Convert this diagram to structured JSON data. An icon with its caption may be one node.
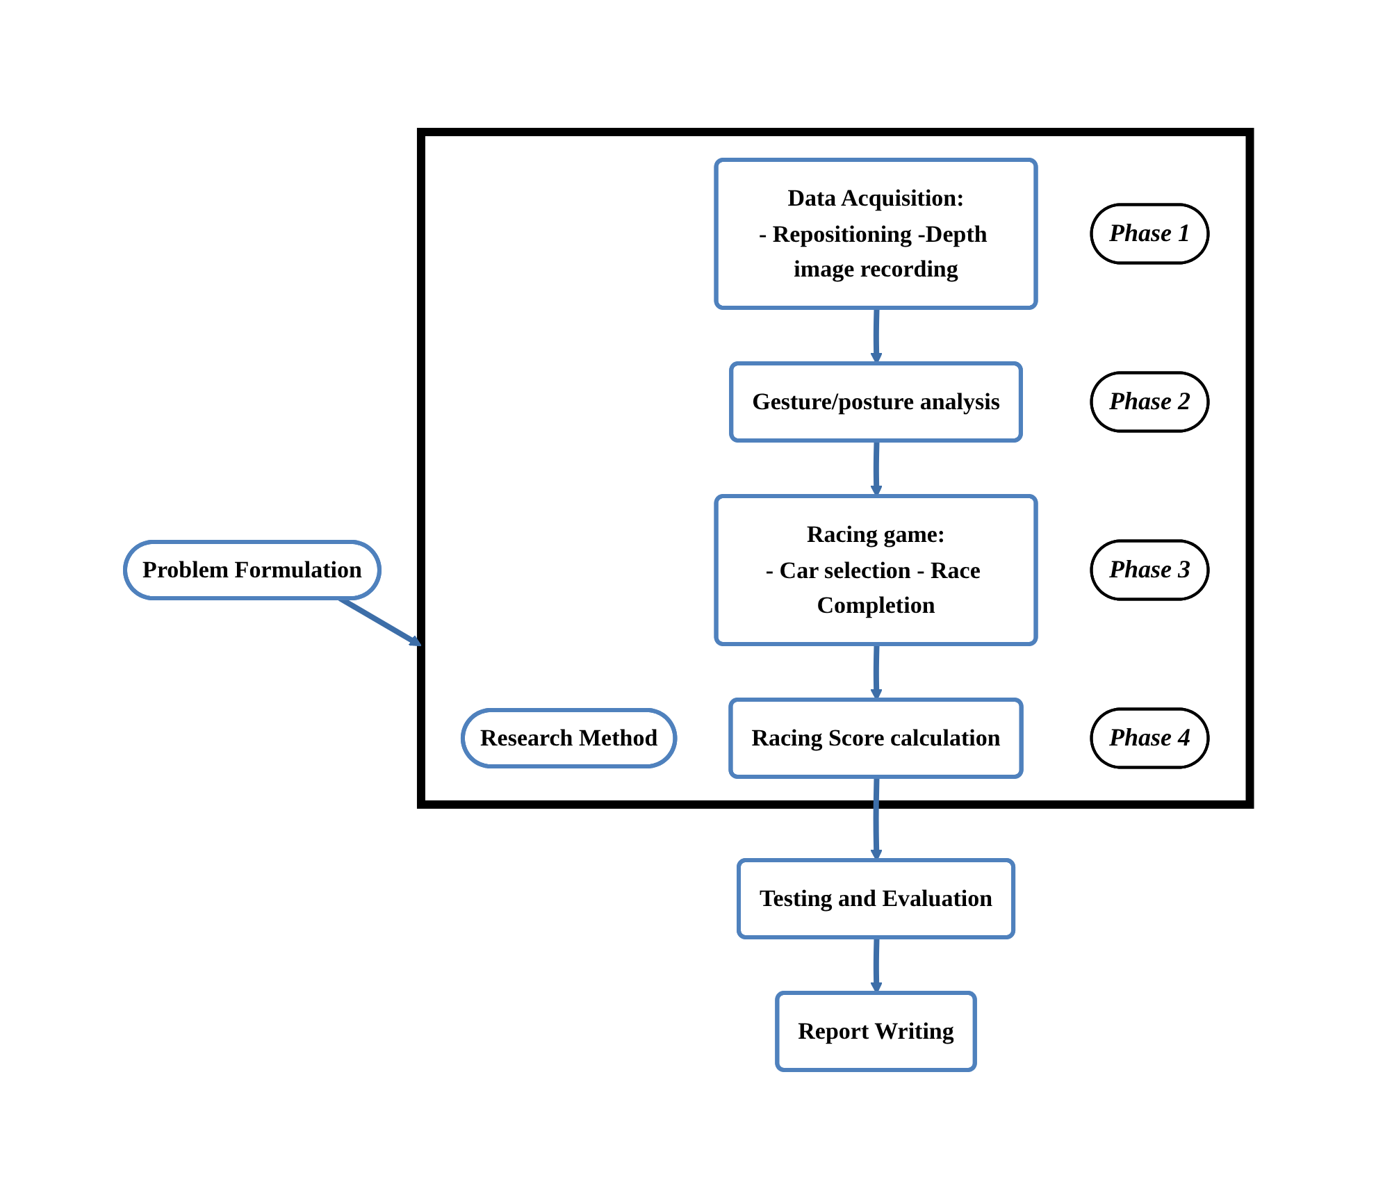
{
  "diagram": {
    "nodes": [
      {
        "text": [
          "Problem Formulation"
        ]
      },
      {
        "text": [],
        "shape": "box"
      },
      {
        "text": [
          "Research Method"
        ],
        "in": 1
      },
      {
        "text": [
          "Data Acquisition:",
          "- Repositioning -Depth image recording"
        ],
        "in": 1
      },
      {
        "text": [
          "Phase 1"
        ],
        "in": 1
      },
      {
        "text": [
          "Gesture/posture analysis"
        ],
        "in": 1
      },
      {
        "text": [
          "Phase 2"
        ],
        "in": 1
      },
      {
        "text": [
          "Racing game:",
          "- Car selection - Race Completion"
        ],
        "in": 1
      },
      {
        "text": [
          "Phase 3"
        ],
        "in": 1
      },
      {
        "text": [
          "Racing Score calculation"
        ],
        "in": 1
      },
      {
        "text": [
          "Phase 4"
        ],
        "in": 1
      },
      {
        "text": [
          "Testing and Evaluation"
        ]
      },
      {
        "text": [
          "Report Writing"
        ]
      }
    ],
    "edges": [
      {
        "from": 0,
        "to": 1,
        "arrow": "to"
      },
      {
        "from": 3,
        "to": 5,
        "arrow": "to"
      },
      {
        "from": 5,
        "to": 7,
        "arrow": "to"
      },
      {
        "from": 7,
        "to": 9,
        "arrow": "to"
      },
      {
        "from": 9,
        "to": 11,
        "arrow": "to"
      },
      {
        "from": 11,
        "to": 12,
        "arrow": "to"
      }
    ]
  }
}
